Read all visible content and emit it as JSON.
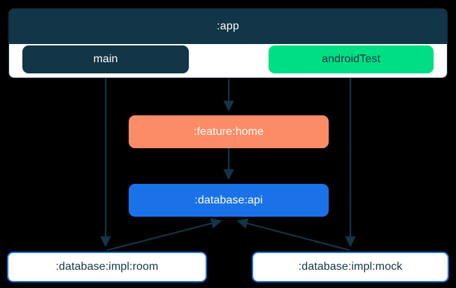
{
  "diagram": {
    "type": "module-dependency-graph",
    "background_color": "#000000",
    "edge_color": "#123547",
    "clusters": [
      {
        "id": "app",
        "label": ":app",
        "header_color": "#123547",
        "header_text_color": "#ffffff",
        "body_color": "#ffffff",
        "border_color": "#123547"
      }
    ],
    "nodes": [
      {
        "id": "main",
        "label": "main",
        "fill": "#123547",
        "text_color": "#ffffff",
        "shape": "rounded-rect",
        "cluster": "app"
      },
      {
        "id": "androidTest",
        "label": "androidTest",
        "fill": "#00DE84",
        "text_color": "#123547",
        "shape": "rounded-rect",
        "cluster": "app"
      },
      {
        "id": "feature-home",
        "label": ":feature:home",
        "fill": "#FC8C66",
        "text_color": "#ffffff",
        "shape": "rounded-rect"
      },
      {
        "id": "database-api",
        "label": ":database:api",
        "fill": "#1B72E8",
        "text_color": "#ffffff",
        "shape": "rounded-rect"
      },
      {
        "id": "database-impl-room",
        "label": ":database:impl:room",
        "fill": "#ffffff",
        "text_color": "#123547",
        "border_color": "#1B72E8",
        "shape": "rounded-rect"
      },
      {
        "id": "database-impl-mock",
        "label": ":database:impl:mock",
        "fill": "#ffffff",
        "text_color": "#123547",
        "border_color": "#1B72E8",
        "shape": "rounded-rect"
      }
    ],
    "edges": [
      {
        "from": "main",
        "to": "database-impl-room",
        "style": "solid",
        "arrow": "end"
      },
      {
        "from": "app",
        "to": "feature-home",
        "style": "solid",
        "arrow": "end"
      },
      {
        "from": "androidTest",
        "to": "database-impl-mock",
        "style": "solid",
        "arrow": "end"
      },
      {
        "from": "feature-home",
        "to": "database-api",
        "style": "solid",
        "arrow": "end"
      },
      {
        "from": "database-impl-room",
        "to": "database-api",
        "style": "solid",
        "arrow": "end"
      },
      {
        "from": "database-impl-mock",
        "to": "database-api",
        "style": "solid",
        "arrow": "end"
      }
    ]
  }
}
